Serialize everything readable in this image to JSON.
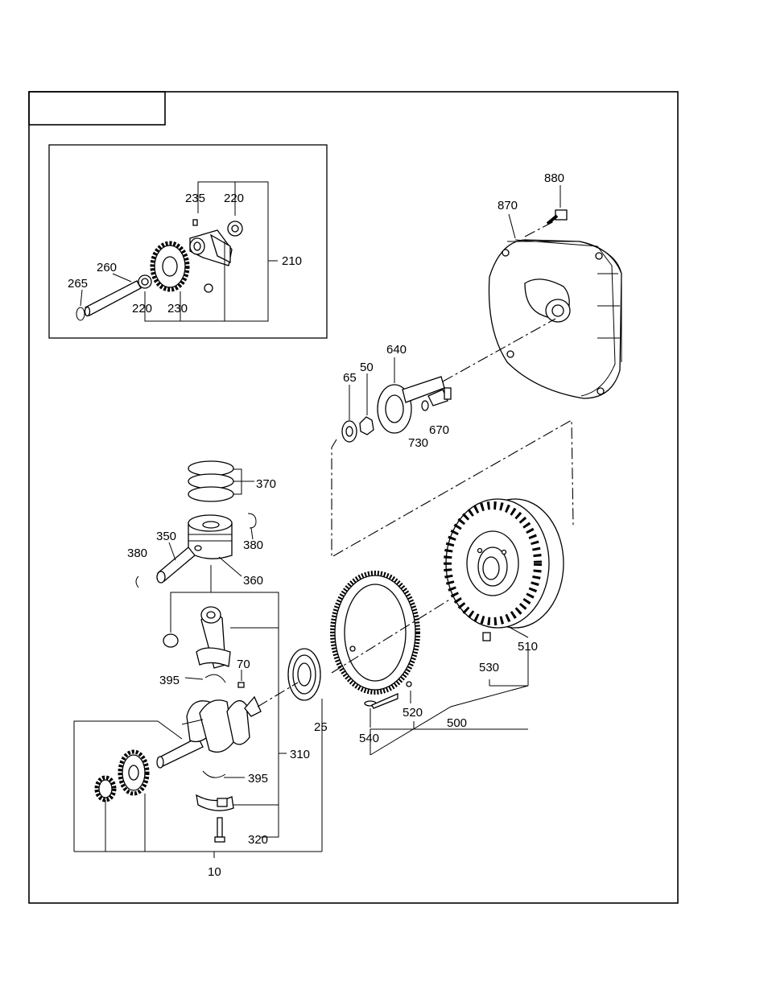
{
  "diagram": {
    "labels": {
      "p880": "880",
      "p870": "870",
      "p640": "640",
      "p65": "65",
      "p50": "50",
      "p730": "730",
      "p670": "670",
      "p235": "235",
      "p220a": "220",
      "p220b": "220",
      "p210": "210",
      "p260": "260",
      "p265": "265",
      "p230": "230",
      "p370": "370",
      "p350": "350",
      "p380a": "380",
      "p380b": "380",
      "p360": "360",
      "p70": "70",
      "p395a": "395",
      "p395b": "395",
      "p310": "310",
      "p25": "25",
      "p320": "320",
      "p10": "10",
      "p510": "510",
      "p530": "530",
      "p520": "520",
      "p500": "500",
      "p540": "540"
    }
  }
}
